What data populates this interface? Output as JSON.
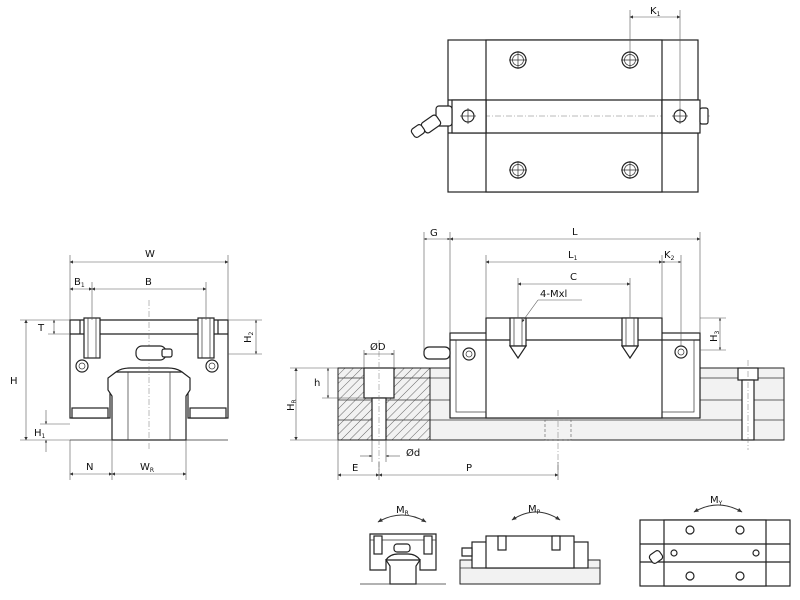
{
  "dimensions": {
    "K1": {
      "main": "K",
      "sub": "1"
    },
    "W": {
      "main": "W",
      "sub": ""
    },
    "B1": {
      "main": "B",
      "sub": "1"
    },
    "B": {
      "main": "B",
      "sub": ""
    },
    "T": {
      "main": "T",
      "sub": ""
    },
    "H2": {
      "main": "H",
      "sub": "2"
    },
    "H": {
      "main": "H",
      "sub": ""
    },
    "H1": {
      "main": "H",
      "sub": "1"
    },
    "N": {
      "main": "N",
      "sub": ""
    },
    "WR": {
      "main": "W",
      "sub": "R"
    },
    "G": {
      "main": "G",
      "sub": ""
    },
    "L": {
      "main": "L",
      "sub": ""
    },
    "L1": {
      "main": "L",
      "sub": "1"
    },
    "K2": {
      "main": "K",
      "sub": "2"
    },
    "C": {
      "main": "C",
      "sub": ""
    },
    "Mxl": {
      "main": "4-Mxl",
      "sub": ""
    },
    "H3": {
      "main": "H",
      "sub": "3"
    },
    "OD": {
      "main": "ØD",
      "sub": ""
    },
    "h": {
      "main": "h",
      "sub": ""
    },
    "HR": {
      "main": "H",
      "sub": "R"
    },
    "Od": {
      "main": "Ød",
      "sub": ""
    },
    "E": {
      "main": "E",
      "sub": ""
    },
    "P": {
      "main": "P",
      "sub": ""
    }
  },
  "moments": {
    "MR": {
      "main": "M",
      "sub": "R"
    },
    "MP": {
      "main": "M",
      "sub": "P"
    },
    "MY": {
      "main": "M",
      "sub": "Y"
    }
  }
}
